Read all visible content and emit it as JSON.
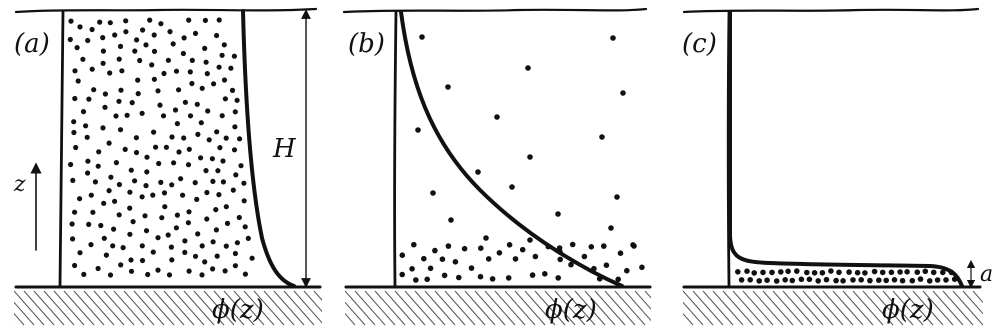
{
  "panels": [
    {
      "id": "a",
      "label": "(a)",
      "height_label": "H",
      "axis_label": "z",
      "profile_label": "ϕ(z)"
    },
    {
      "id": "b",
      "label": "(b)",
      "profile_label": "ϕ(z)"
    },
    {
      "id": "c",
      "label": "(c)",
      "thickness_label": "a",
      "profile_label": "ϕ(z)"
    }
  ]
}
